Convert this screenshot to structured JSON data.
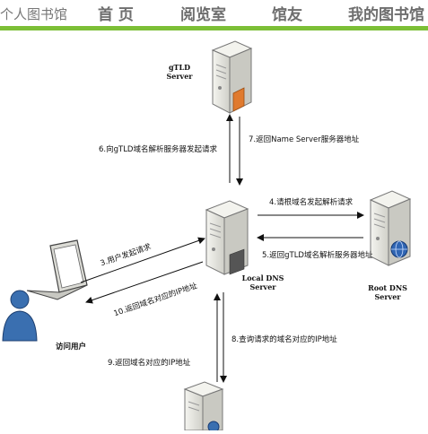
{
  "nav": {
    "site_title": "个人图书馆",
    "items": [
      "首 页",
      "阅览室",
      "馆友",
      "我的图书馆"
    ]
  },
  "diagram": {
    "gtld_server": {
      "line1": "gTLD",
      "line2": "Server"
    },
    "local_dns": {
      "line1": "Local DNS",
      "line2": "Server"
    },
    "root_dns": {
      "line1": "Root DNS",
      "line2": "Server"
    },
    "user": "访问用户",
    "steps": {
      "s3": "3.用户发起请求",
      "s4": "4.请根域名发起解析请求",
      "s5": "5.返回gTLD域名解析服务器地址",
      "s6": "6.向gTLD域名解析服务器发起请求",
      "s7": "7.返回Name Server服务器地址",
      "s8": "8.查询请求的域名对应的IP地址",
      "s9": "9.返回域名对应的IP地址",
      "s10": "10.返回域名对应的IP地址"
    }
  },
  "colors": {
    "accent_bar": "#7cbf36",
    "server_body": "#e9e9e4",
    "highlight": "#e07a2e",
    "user_blue": "#3a6fb0"
  }
}
